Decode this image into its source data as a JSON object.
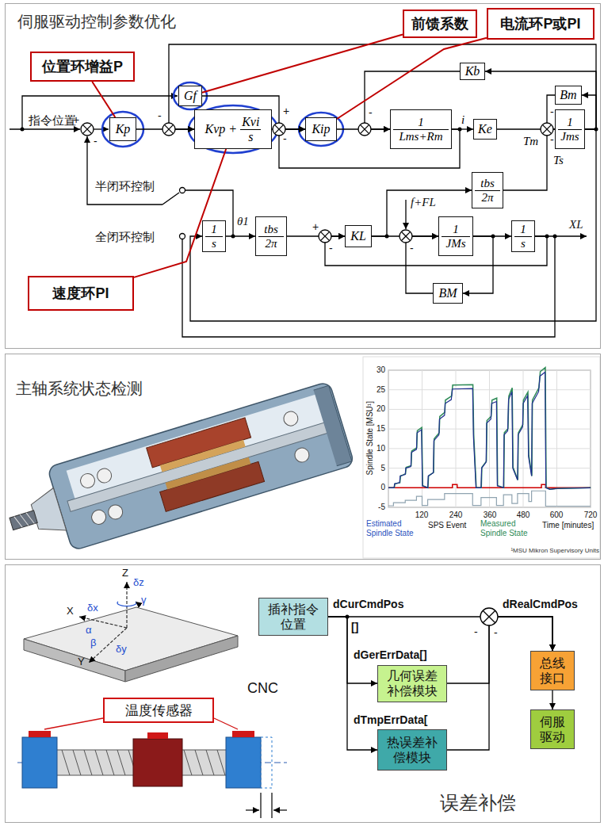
{
  "diagram": {
    "nodes": [
      {
        "text": [
          "伺服驱动控制参数优化"
        ]
      },
      {
        "text": [
          "位置环增益P"
        ],
        "in": 0
      },
      {
        "text": [
          "前馈系数"
        ],
        "in": 0
      },
      {
        "text": [
          "电流环P或PI"
        ],
        "in": 0
      },
      {
        "text": [
          "Kp"
        ],
        "in": 0
      },
      {
        "text": [
          "Gf"
        ],
        "in": 0
      },
      {
        "text": [
          "Kvp +",
          "Kvi",
          "s"
        ],
        "in": 0
      },
      {
        "text": [
          "Kip"
        ],
        "in": 0
      },
      {
        "text": [
          "1",
          "Lms+Rm"
        ],
        "in": 0
      },
      {
        "text": [
          "Ke"
        ],
        "in": 0
      },
      {
        "text": [
          "1",
          "Jms"
        ],
        "in": 0
      },
      {
        "text": [
          "Kb"
        ],
        "in": 0
      },
      {
        "text": [
          "Bm"
        ],
        "in": 0
      },
      {
        "text": [
          "1",
          "s"
        ],
        "in": 0
      },
      {
        "text": [
          "tbs",
          "2π"
        ],
        "in": 0
      },
      {
        "text": [
          "KL"
        ],
        "in": 0
      },
      {
        "text": [
          "tbs",
          "2π"
        ],
        "in": 0
      },
      {
        "text": [
          "1",
          "JMs"
        ],
        "in": 0
      },
      {
        "text": [
          "1",
          "s"
        ],
        "in": 0
      },
      {
        "text": [
          "BM"
        ],
        "in": 0
      },
      {
        "text": [
          "速度环PI"
        ],
        "in": 0
      },
      {
        "text": [
          "主轴系统状态检测"
        ]
      },
      {
        "text": [
          "误差补偿"
        ]
      },
      {
        "text": [
          "温度传感器"
        ],
        "in": 22
      },
      {
        "text": [
          "插补指令位置"
        ],
        "in": 22
      },
      {
        "text": [
          "几何误差补偿模块"
        ],
        "in": 22
      },
      {
        "text": [
          "热误差补偿模块"
        ],
        "in": 22
      },
      {
        "text": [
          "总线接口"
        ],
        "in": 22
      },
      {
        "text": [
          "伺服驱动"
        ],
        "in": 22
      }
    ],
    "edges": [
      {
        "from": 4,
        "to": 6,
        "arrow": "to"
      },
      {
        "from": 6,
        "to": 7,
        "arrow": "to"
      },
      {
        "from": 5,
        "to": 7,
        "arrow": "to"
      },
      {
        "from": 7,
        "to": 8,
        "arrow": "to"
      },
      {
        "from": 8,
        "to": 9,
        "arrow": "to",
        "label": "i"
      },
      {
        "from": 9,
        "to": 10,
        "arrow": "to",
        "label": "Tm"
      },
      {
        "from": 10,
        "to": 12,
        "arrow": "to"
      },
      {
        "from": 12,
        "to": 10,
        "arrow": "to"
      },
      {
        "from": 10,
        "to": 11,
        "arrow": "to"
      },
      {
        "from": 11,
        "to": 8,
        "arrow": "to"
      },
      {
        "from": 10,
        "to": 6,
        "arrow": "to"
      },
      {
        "from": 8,
        "to": 7,
        "arrow": "to"
      },
      {
        "from": 10,
        "to": 13,
        "arrow": "to"
      },
      {
        "from": 13,
        "to": 14,
        "arrow": "to"
      },
      {
        "from": 14,
        "to": 15,
        "arrow": "to"
      },
      {
        "from": 15,
        "to": 17,
        "arrow": "to"
      },
      {
        "from": 17,
        "to": 18,
        "arrow": "to"
      },
      {
        "from": 17,
        "to": 19,
        "arrow": "to"
      },
      {
        "from": 19,
        "to": 17,
        "arrow": "to"
      },
      {
        "from": 18,
        "to": 15,
        "arrow": "to"
      },
      {
        "from": 15,
        "to": 16,
        "arrow": "to"
      },
      {
        "from": 16,
        "to": 10,
        "arrow": "to",
        "label": "Ts"
      },
      {
        "from": 1,
        "to": 4,
        "arrow": "none"
      },
      {
        "from": 2,
        "to": 5,
        "arrow": "none"
      },
      {
        "from": 3,
        "to": 7,
        "arrow": "none"
      },
      {
        "from": 20,
        "to": 6,
        "arrow": "none"
      },
      {
        "from": 24,
        "to": 27,
        "arrow": "to"
      },
      {
        "from": 24,
        "to": 25,
        "arrow": "to"
      },
      {
        "from": 24,
        "to": 26,
        "arrow": "to"
      },
      {
        "from": 25,
        "to": 27,
        "arrow": "to"
      },
      {
        "from": 26,
        "to": 27,
        "arrow": "to"
      },
      {
        "from": 27,
        "to": 28,
        "arrow": "to"
      }
    ],
    "labels": [
      "指令位置",
      "+",
      "-",
      "-",
      "+",
      "-",
      "-",
      "-",
      "-",
      "半闭环控制",
      "全闭环控制",
      "θ1",
      "+",
      "-",
      "f+FL",
      "-",
      "XL",
      "30",
      "25",
      "20",
      "15",
      "10",
      "5",
      "0",
      "-5",
      "120",
      "240",
      "360",
      "480",
      "600",
      "720",
      "Spindle State [MSU¹]",
      "Estimated Spindle State",
      "SPS Event",
      "Measured Spindle State",
      "Time [minutes]",
      "¹MSU Mikron Supervisory Units",
      "Z",
      "X",
      "Y",
      "α",
      "β",
      "γ",
      "δz",
      "δx",
      "δy",
      "CNC",
      "dCurCmdPos",
      "[]",
      "dGerErrData[]",
      "dTmpErrData[",
      "dRealCmdPos",
      "-",
      "-"
    ]
  }
}
